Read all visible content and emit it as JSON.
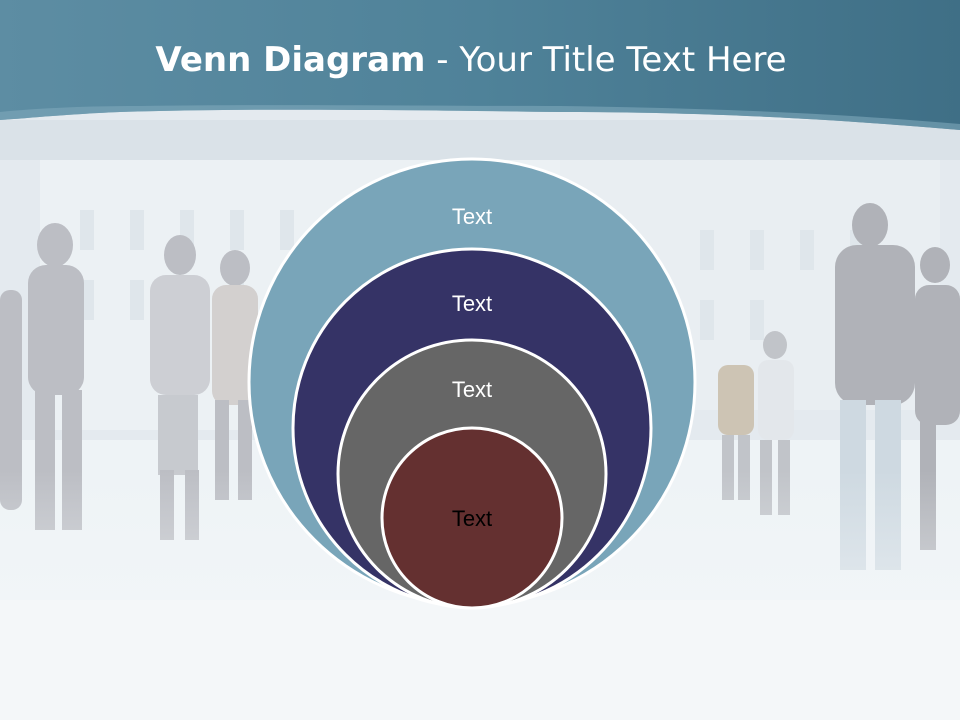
{
  "slide": {
    "title_bold": "Venn Diagram",
    "title_rest": " - Your Title Text Here"
  },
  "diagram": {
    "type": "nested-circles",
    "circles": [
      {
        "label": "Text",
        "fill": "#79a5b9",
        "text_color": "#ffffff"
      },
      {
        "label": "Text",
        "fill": "#353366",
        "text_color": "#ffffff"
      },
      {
        "label": "Text",
        "fill": "#666666",
        "text_color": "#ffffff"
      },
      {
        "label": "Text",
        "fill": "#643030",
        "text_color": "#000000"
      }
    ]
  },
  "colors": {
    "header_band": "#4a7f97",
    "header_band_light": "#6a99ad",
    "background": "#f4f7f9",
    "photo_tint": "#dde6ec"
  }
}
